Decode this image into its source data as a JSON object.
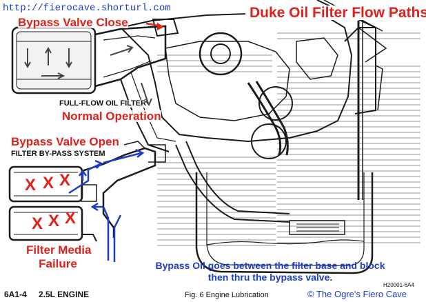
{
  "watermark_url": "http://fierocave.shorturl.com",
  "title": "Duke Oil Filter Flow Paths",
  "labels": {
    "bypass_close": "Bypass Valve Close",
    "full_flow_caption": "FULL-FLOW OIL FILTER",
    "normal_operation": "Normal Operation",
    "bypass_open": "Bypass Valve Open",
    "bypass_system_caption": "FILTER BY-PASS SYSTEM",
    "filter_media_failure_line1": "Filter Media",
    "filter_media_failure_line2": "Failure",
    "x_marks": [
      "X",
      "X",
      "X",
      "X",
      "X",
      "X"
    ]
  },
  "note": {
    "line1": "Bypass Oil goes between the filter base and block",
    "line2": "then thru the bypass valve."
  },
  "footer": {
    "page_ref": "6A1-4",
    "engine": "2.5L ENGINE",
    "figure_caption": "Fig. 6 Engine Lubrication",
    "figure_code": "H20001-6A4",
    "copyright": "© The Ogre's Fiero Cave"
  },
  "colors": {
    "annotation_red": "#e0201a",
    "flow_blue": "#1a3cc8",
    "line_art": "#1a1a1a"
  }
}
